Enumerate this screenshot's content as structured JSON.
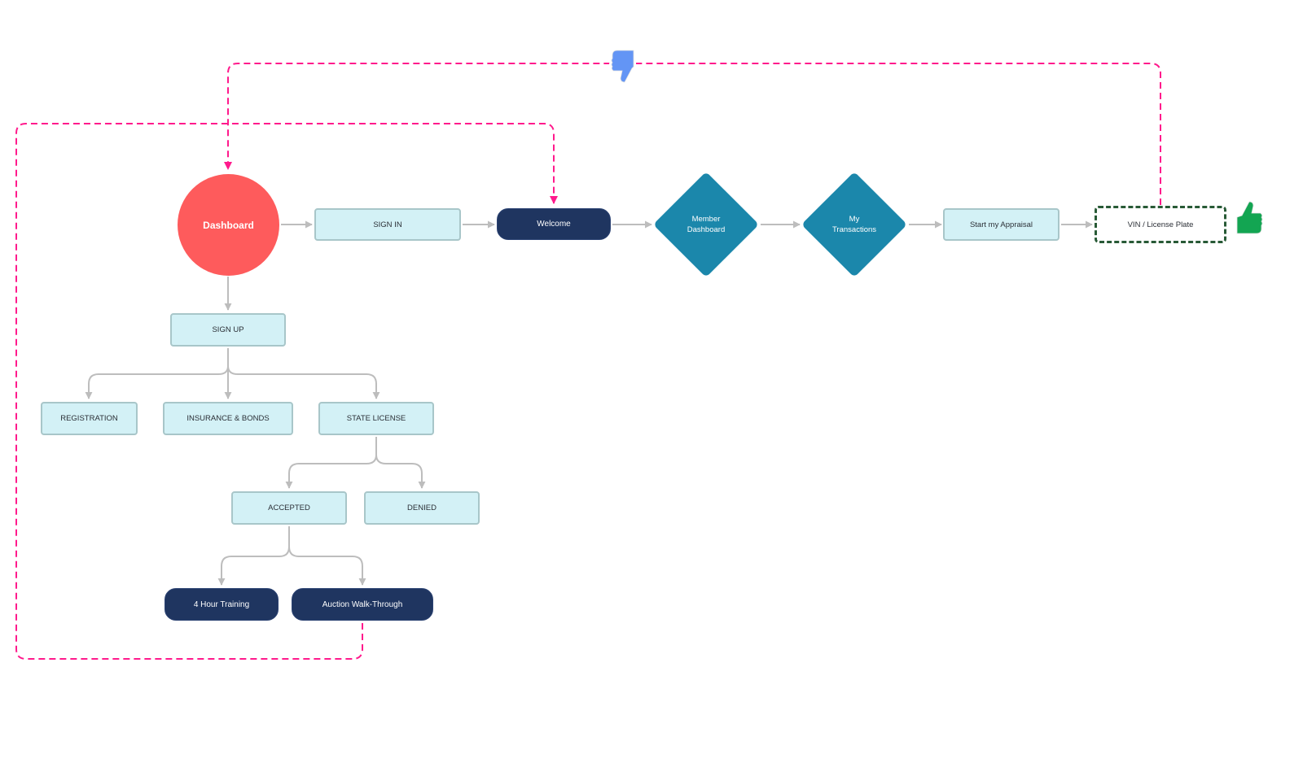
{
  "diagram": {
    "title": "Dealer onboarding and appraisal user flow",
    "colors": {
      "start_node": "#fe5b5c",
      "step_box": "#d3f1f6",
      "step_border": "#a8c6c9",
      "terminal_pill": "#1f3560",
      "decision_diamond": "#1b87ab",
      "connector": "#bdbdbd",
      "feedback_loop": "#ff1a8c",
      "success_border": "#285a36",
      "thumbs_down": "#6395f5",
      "thumbs_up": "#13a552"
    },
    "nodes": {
      "dashboard": "Dashboard",
      "sign_in": "SIGN IN",
      "welcome": "Welcome",
      "member_dashboard": "Member\nDashboard",
      "my_transactions": "My\nTransactions",
      "start_appraisal": "Start my Appraisal",
      "vin_license": "VIN / License Plate",
      "sign_up": "SIGN UP",
      "registration": "REGISTRATION",
      "insurance_bonds": "INSURANCE & BONDS",
      "state_license": "STATE LICENSE",
      "accepted": "ACCEPTED",
      "denied": "DENIED",
      "training": "4 Hour Training",
      "walkthrough": "Auction Walk-Through"
    },
    "edges": [
      {
        "from": "Dashboard",
        "to": "SIGN IN",
        "style": "solid"
      },
      {
        "from": "SIGN IN",
        "to": "Welcome",
        "style": "solid"
      },
      {
        "from": "Welcome",
        "to": "Member Dashboard",
        "style": "solid"
      },
      {
        "from": "Member Dashboard",
        "to": "My Transactions",
        "style": "solid"
      },
      {
        "from": "My Transactions",
        "to": "Start my Appraisal",
        "style": "solid"
      },
      {
        "from": "Start my Appraisal",
        "to": "VIN / License Plate",
        "style": "solid"
      },
      {
        "from": "Dashboard",
        "to": "SIGN UP",
        "style": "solid"
      },
      {
        "from": "SIGN UP",
        "to": "REGISTRATION",
        "style": "solid"
      },
      {
        "from": "SIGN UP",
        "to": "INSURANCE & BONDS",
        "style": "solid"
      },
      {
        "from": "SIGN UP",
        "to": "STATE LICENSE",
        "style": "solid"
      },
      {
        "from": "STATE LICENSE",
        "to": "ACCEPTED",
        "style": "solid"
      },
      {
        "from": "STATE LICENSE",
        "to": "DENIED",
        "style": "solid"
      },
      {
        "from": "ACCEPTED",
        "to": "4 Hour Training",
        "style": "solid"
      },
      {
        "from": "ACCEPTED",
        "to": "Auction Walk-Through",
        "style": "solid"
      },
      {
        "from": "Auction Walk-Through",
        "to": "Welcome",
        "style": "dashed"
      },
      {
        "from": "VIN / License Plate",
        "to": "Dashboard",
        "style": "dashed",
        "marker": "thumbs-down"
      }
    ],
    "badges": {
      "thumbs_down": "thumbs-down",
      "thumbs_up": "thumbs-up"
    }
  }
}
